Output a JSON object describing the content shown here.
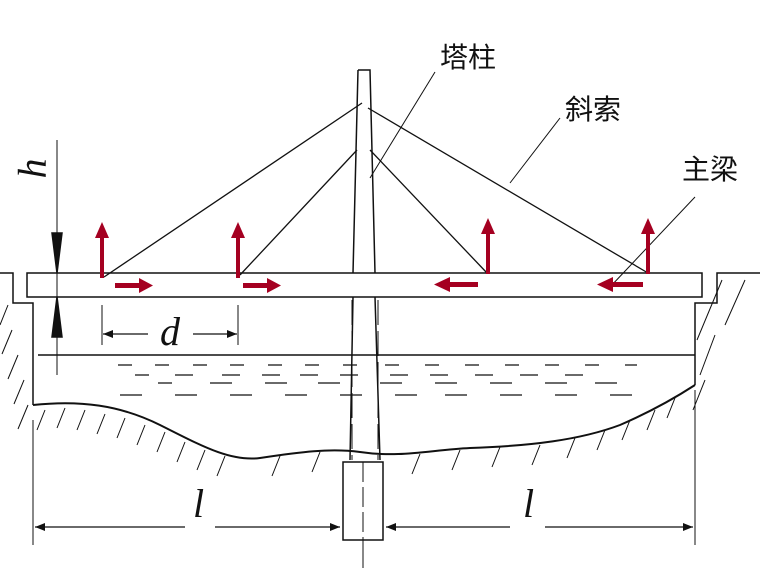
{
  "labels": {
    "tower": "塔柱",
    "cable": "斜索",
    "girder": "主梁"
  },
  "dimensions": {
    "height": "h",
    "spacing": "d",
    "span_left": "l",
    "span_right": "l"
  },
  "colors": {
    "force_arrow": "#a50021",
    "line": "#111111"
  }
}
